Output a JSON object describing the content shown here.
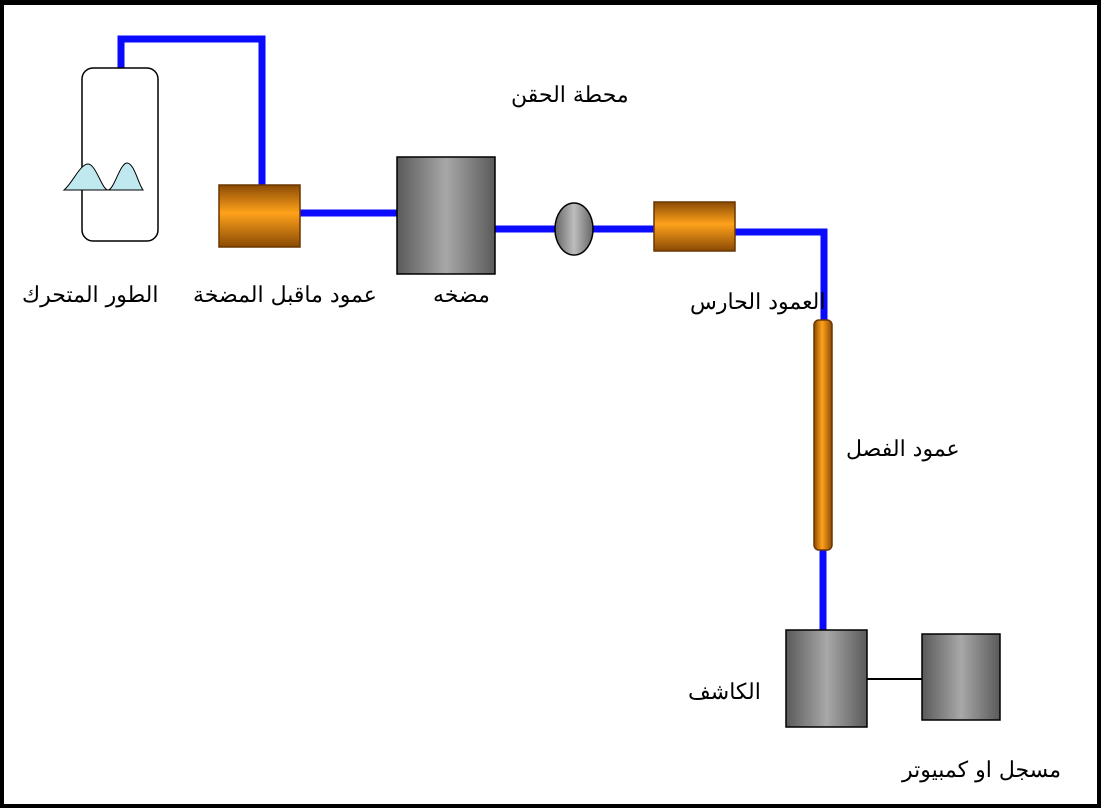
{
  "labels": {
    "mobile_phase": "الطور المتحرك",
    "pre_pump_column": "عمود ماقبل المضخة",
    "pump": "مضخه",
    "injection_station": "محطة الحقن",
    "guard_column": "العمود الحارس",
    "separation_column": "عمود الفصل",
    "detector": "الكاشف",
    "recorder": "مسجل او كمبيوتر"
  },
  "colors": {
    "tubing": "#0a0aff",
    "column_fill": "#e08a10",
    "box_fill": "#8a8a8a",
    "reservoir_liquid": "#bfe9ef"
  }
}
